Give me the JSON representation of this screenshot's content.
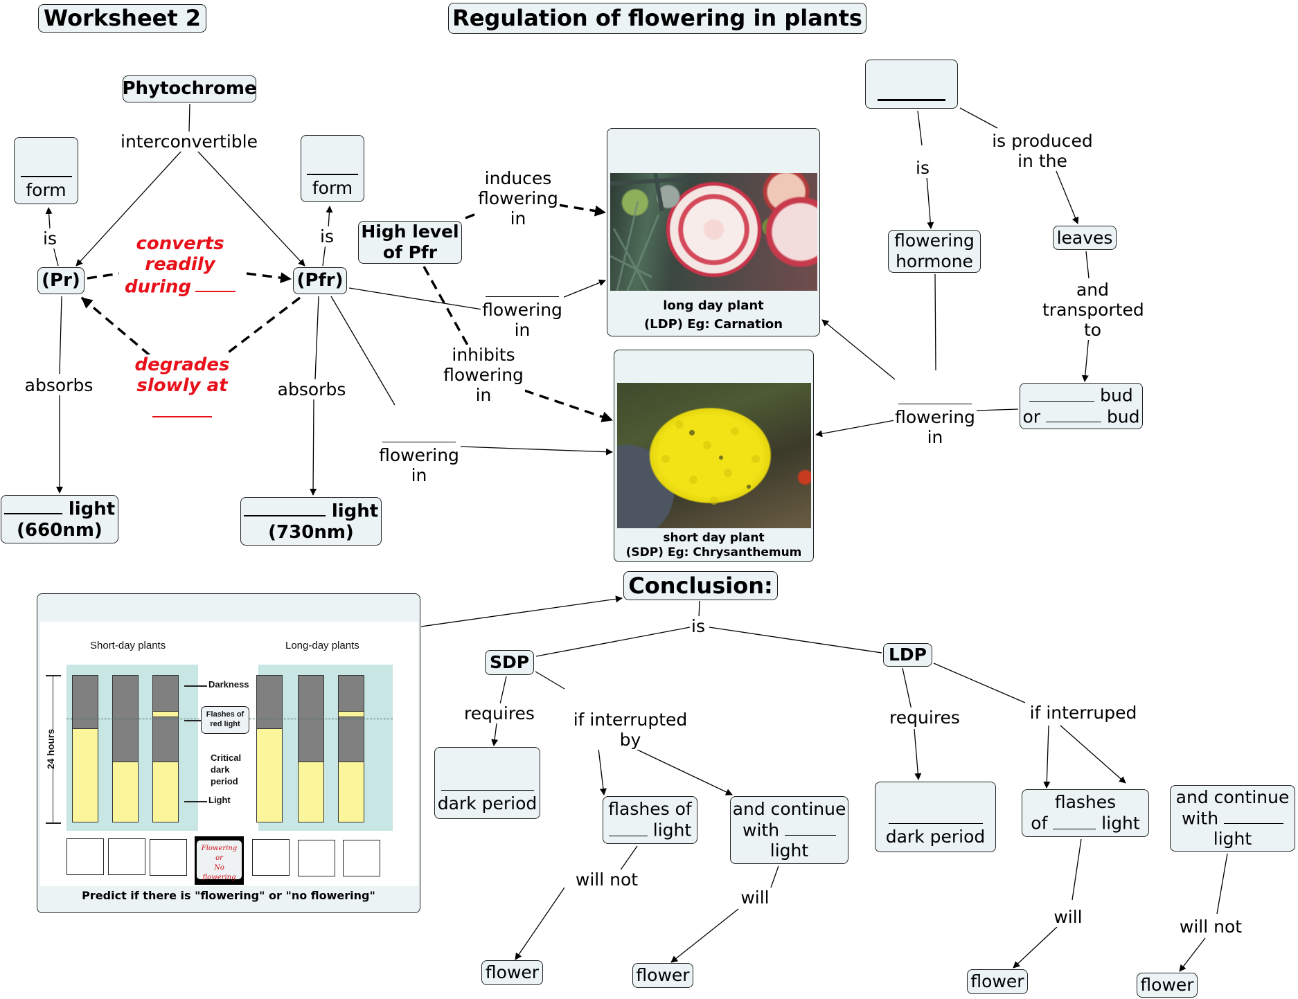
{
  "header": {
    "worksheet": "Worksheet 2",
    "title": "Regulation of flowering in plants"
  },
  "nodes": {
    "phytochrome": "Phytochrome",
    "form_left": "form",
    "form_right": "form",
    "pr": "(Pr)",
    "pfr": "(Pfr)",
    "high_pfr": "High level\nof Pfr",
    "red_light_suffix": "light",
    "red_light_nm": "(660nm)",
    "farred_light_suffix": "light",
    "farred_light_nm": "(730nm)",
    "ldp_caption_line1": "long day plant",
    "ldp_caption_line2": "(LDP) Eg: Carnation",
    "sdp_caption_line1": "short day plant",
    "sdp_caption_line2": "(SDP) Eg: Chrysanthemum",
    "flowering_hormone": "flowering\nhormone",
    "leaves": "leaves",
    "bud_line1_suffix": "bud",
    "bud_line2_prefix": "or",
    "bud_line2_suffix": "bud",
    "conclusion": "Conclusion:",
    "sdp": "SDP",
    "ldp": "LDP",
    "dark_period": "dark period",
    "sdp_flashes_line1": "flashes of",
    "sdp_flashes_line2_suffix": "light",
    "continue_line1": "and continue",
    "continue_line2_prefix": "with",
    "continue_line3": "light",
    "ldp_flashes_line1": "flashes",
    "ldp_flashes_line2_prefix": "of",
    "ldp_flashes_line2_suffix": "light",
    "flower": "flower"
  },
  "links": {
    "interconvertible": "interconvertible",
    "is": "is",
    "absorbs": "absorbs",
    "converts": "converts\nreadily\nduring",
    "degrades": "degrades\nslowly at",
    "induces": "induces\nflowering\nin",
    "inhibits": "inhibits\nflowering\nin",
    "flowering_in": "flowering\nin",
    "is_produced": "is produced\nin the",
    "transported": "and\ntransported\nto",
    "requires": "requires",
    "if_interrupted_by": "if interrupted\nby",
    "if_interruped": "if interruped",
    "will": "will",
    "will_not": "will not"
  },
  "inset": {
    "short_day_title": "Short-day plants",
    "long_day_title": "Long-day plants",
    "axis_label": "24 hours",
    "darkness": "Darkness",
    "flashes": "Flashes of\nred light",
    "critical": "Critical\ndark\nperiod",
    "light": "Light",
    "prompt_line1": "Flowering",
    "prompt_line2": "or",
    "prompt_line3": "No flowering",
    "footer": "Predict if there is \"flowering\" or \"no flowering\"",
    "bars": [
      {
        "group": "short-day",
        "light_fraction": 0.64,
        "flash": false
      },
      {
        "group": "short-day",
        "light_fraction": 0.41,
        "flash": false
      },
      {
        "group": "short-day",
        "light_fraction": 0.41,
        "flash": true
      },
      {
        "group": "long-day",
        "light_fraction": 0.64,
        "flash": false
      },
      {
        "group": "long-day",
        "light_fraction": 0.41,
        "flash": false
      },
      {
        "group": "long-day",
        "light_fraction": 0.41,
        "flash": true
      }
    ],
    "critical_dark_fraction": 0.54
  },
  "colors": {
    "node_fill": "#ebf3f5",
    "red_text": "#e8101a",
    "panel": "#c8e6e3",
    "light_bar": "#fbf59c",
    "dark_bar": "#808080"
  }
}
